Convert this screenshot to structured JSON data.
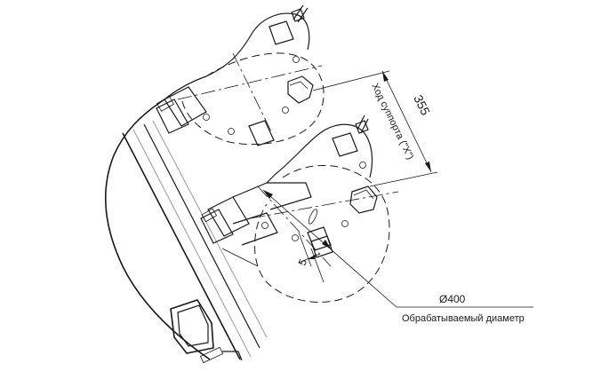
{
  "dimensions": {
    "travel_value": "355",
    "travel_label": "Ход суппорта (\"Х\")",
    "small_gap": "5",
    "diameter_value": "Ø400",
    "diameter_label": "Обрабатываемый диаметр"
  }
}
